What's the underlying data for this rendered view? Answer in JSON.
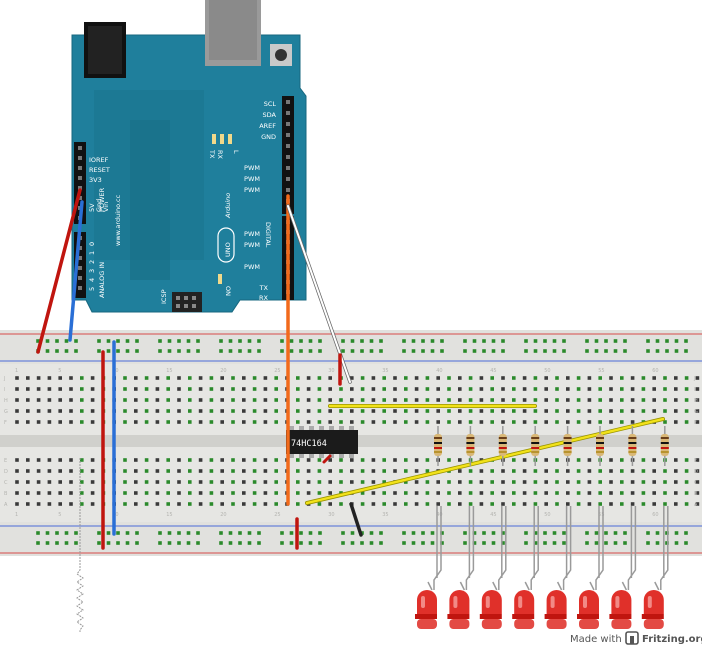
{
  "board": {
    "name": "Arduino",
    "model": "UNO",
    "website": "www.arduino.cc",
    "power_header": [
      "IOREF",
      "RESET",
      "3V3",
      "5V",
      "Gnd",
      "Gnd",
      "Vin"
    ],
    "power_short": [
      "5V",
      "Gnd",
      "Vin"
    ],
    "power_title": "POWER",
    "analog_title": "ANALOG IN",
    "analog_pins": [
      "0",
      "1",
      "2",
      "3",
      "4",
      "5"
    ],
    "digital_title": "DIGITAL",
    "top_pins": [
      "SCL",
      "SDA",
      "AREF",
      "GND"
    ],
    "pwm": "PWM",
    "tx": "TX",
    "rx": "RX",
    "l": "L",
    "on": "ON",
    "icsp": "ICSP"
  },
  "chip": {
    "label": "74HC164"
  },
  "breadboard": {
    "rows_top": [
      "J",
      "I",
      "H",
      "G",
      "F"
    ],
    "rows_bottom": [
      "E",
      "D",
      "C",
      "B",
      "A"
    ],
    "columns": [
      "1",
      "5",
      "10",
      "15",
      "20",
      "25",
      "30",
      "35",
      "40",
      "45",
      "50",
      "55",
      "60"
    ]
  },
  "components": {
    "resistor_count": 8,
    "led_count": 8,
    "led_color": "#e0302a",
    "wire_colors": {
      "power": "#c0150f",
      "ground": "#2a6fd6",
      "clock": "#f26a1b",
      "data": "#f2e21a",
      "signal": "#ffffff",
      "gnd_chip": "#222222"
    }
  },
  "credit": {
    "prefix": "Made with",
    "brand": "Fritzing.org"
  },
  "colors": {
    "board": "#1f7f9c",
    "board_dark": "#17677f",
    "breadboard": "#e8e8e6"
  }
}
